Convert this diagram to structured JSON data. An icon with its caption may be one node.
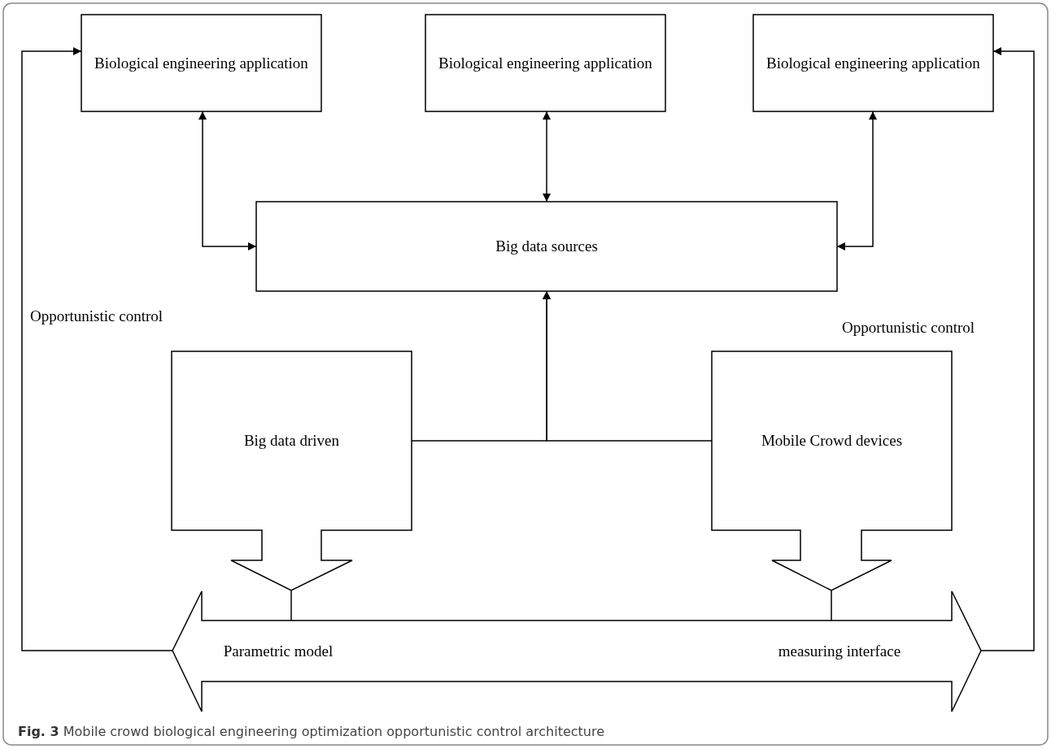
{
  "diagram": {
    "caption": "**Fig. 3** Mobile crowd biological engineering optimization opportunistic control architecture",
    "nodes": [
      {
        "text": [
          "Biological engineering application"
        ]
      },
      {
        "text": [
          "Biological engineering application"
        ]
      },
      {
        "text": [
          "Biological engineering application"
        ]
      },
      {
        "text": [
          "Big data sources"
        ]
      },
      {
        "text": [
          "Big data driven"
        ]
      },
      {
        "text": [
          "Mobile Crowd devices"
        ]
      },
      {
        "text": [
          "Parametric model",
          "measuring interface"
        ]
      }
    ],
    "edges": [
      {
        "from": 0,
        "to": 3,
        "arrow": "both"
      },
      {
        "from": 1,
        "to": 3,
        "arrow": "both"
      },
      {
        "from": 2,
        "to": 3,
        "arrow": "both"
      },
      {
        "from": 4,
        "to": 3,
        "arrow": "to"
      },
      {
        "from": 5,
        "to": 3,
        "arrow": "to"
      },
      {
        "from": 4,
        "to": 6,
        "arrow": "none"
      },
      {
        "from": 5,
        "to": 6,
        "arrow": "none"
      },
      {
        "from": 6,
        "to": 0,
        "arrow": "to",
        "label": "Opportunistic control"
      },
      {
        "from": 6,
        "to": 2,
        "arrow": "to",
        "label": "Opportunistic control"
      }
    ]
  }
}
